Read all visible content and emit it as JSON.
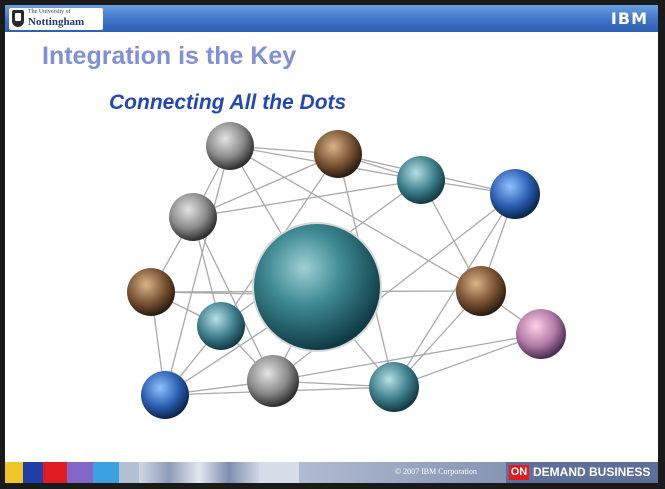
{
  "header": {
    "university_small": "The University of",
    "university_name": "Nottingham",
    "ibm_logo": "IBM"
  },
  "slide": {
    "title": "Integration is the Key",
    "subtitle": "Connecting All the Dots"
  },
  "footer": {
    "copyright": "© 2007 IBM Corporation",
    "on_label": "ON",
    "demand_label": "DEMAND BUSINESS"
  },
  "colors": {
    "title": "#7f8fd8",
    "subtitle": "#2447b8",
    "header_bar": "#3f74c8",
    "on_demand_red": "#e01c20"
  },
  "icons": [
    "university-crest-icon",
    "ibm-logo-icon"
  ]
}
